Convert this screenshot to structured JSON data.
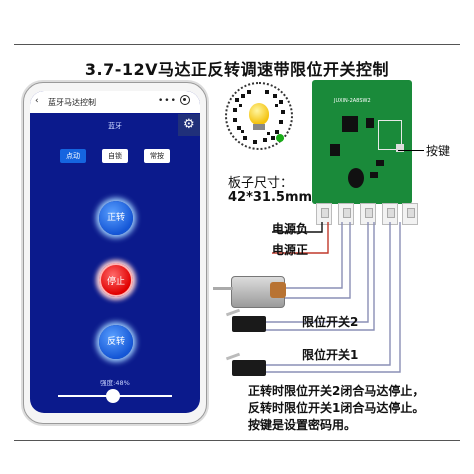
{
  "title": "3.7-12V马达正反转调速带限位开关控制",
  "phone": {
    "app_title": "蓝牙马达控制",
    "back_symbol": "‹",
    "menu_dots": "•••",
    "bluetooth_label": "蓝牙",
    "modes": [
      "点动",
      "自锁",
      "常按"
    ],
    "active_mode_index": 0,
    "forward_label": "正转",
    "stop_label": "停止",
    "reverse_label": "反转",
    "speed_label": "强度:48%",
    "speed_value": 0.48
  },
  "board": {
    "model": "JUXIN-2A8SW2",
    "size_label": "板子尺寸：",
    "size_value": "42*31.5mm",
    "button_label": "按键"
  },
  "wiring": {
    "power_negative": "电源负",
    "power_positive": "电源正",
    "limit_switch_2": "限位开关2",
    "limit_switch_1": "限位开关1"
  },
  "notes": [
    "正转时限位开关2闭合马达停止，",
    "反转时限位开关1闭合马达停止。",
    "按键是设置密码用。"
  ]
}
